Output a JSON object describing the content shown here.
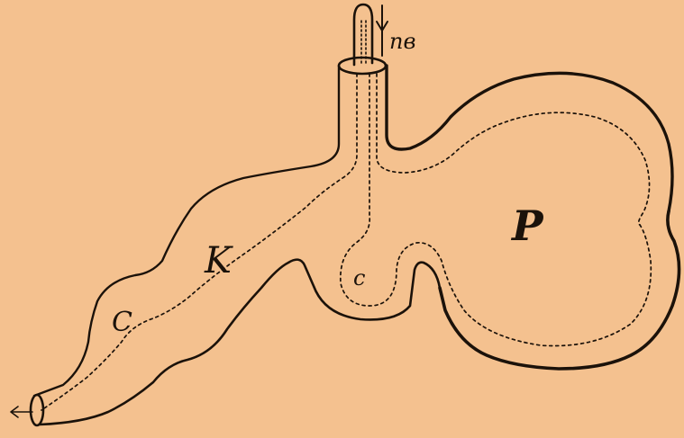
{
  "labels": {
    "nv": "nв",
    "P": "P",
    "K": "K",
    "C": "C",
    "c": "c"
  },
  "colors": {
    "background": "#f4c18f",
    "ink": "#1b120a"
  }
}
